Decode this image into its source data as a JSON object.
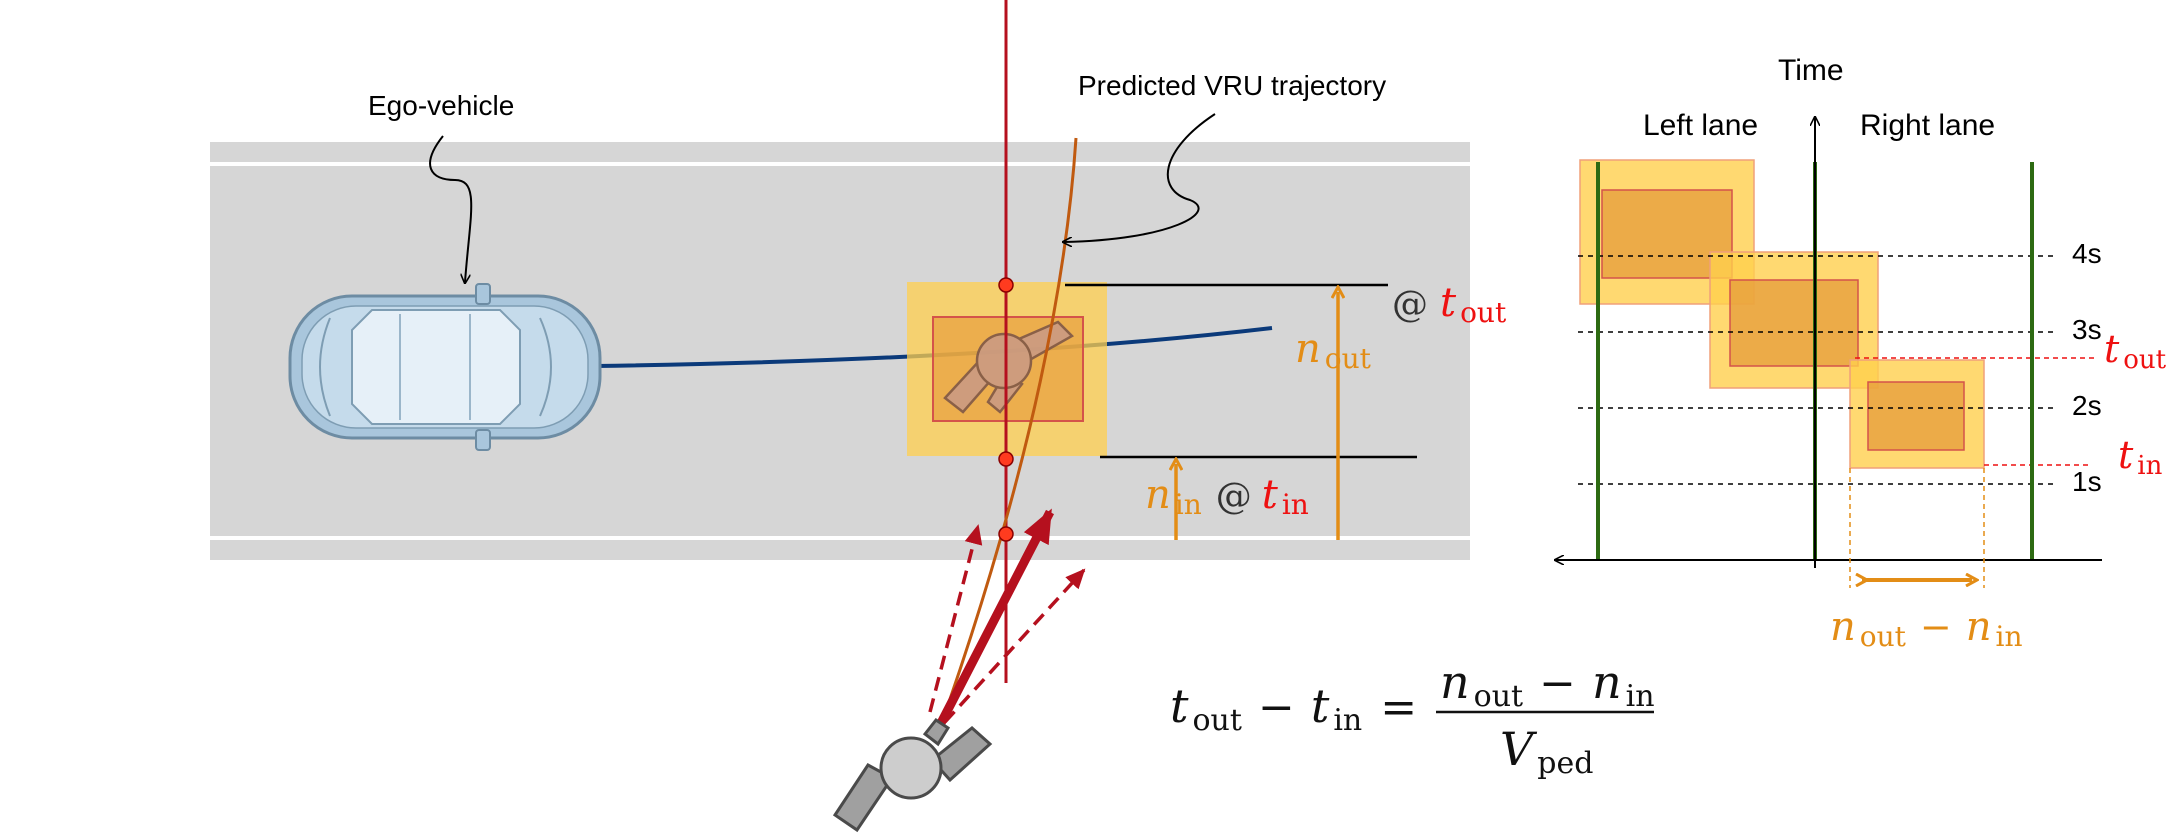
{
  "left_scene": {
    "ego_label": "Ego-vehicle",
    "trajectory_label": "Predicted VRU trajectory",
    "at_symbol": "@",
    "t_symbol": "t",
    "n_symbol": "n",
    "out_sub": "out",
    "in_sub": "in"
  },
  "right_chart": {
    "time_label": "Time",
    "left_lane_label": "Left lane",
    "right_lane_label": "Right lane",
    "time_ticks": [
      "4s",
      "3s",
      "2s",
      "1s"
    ],
    "t_symbol": "t",
    "n_symbol": "n",
    "out_sub": "out",
    "in_sub": "in",
    "minus": "−"
  },
  "equation": {
    "t": "t",
    "n": "n",
    "V": "V",
    "out_sub": "out",
    "in_sub": "in",
    "ped_sub": "ped",
    "minus": "−",
    "equals": "="
  },
  "colors": {
    "road": "#d6d6d6",
    "lane_line": "#ffffff",
    "red": "#b5101e",
    "orange": "#e38d16",
    "yellow_box": "#ffcf4d",
    "inner_box": "#e69b3b",
    "blue_path": "#0b3a7a",
    "lane_green": "#2d6a12",
    "label_red": "#ee1111"
  }
}
